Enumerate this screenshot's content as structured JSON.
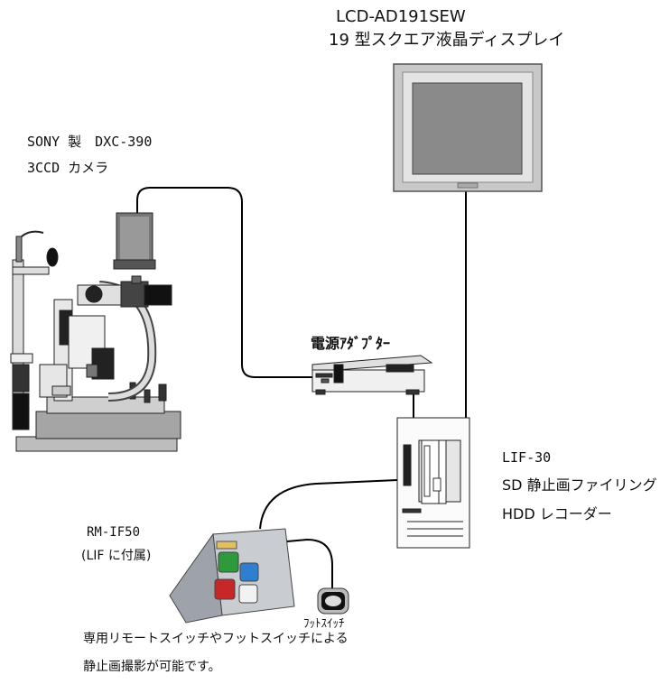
{
  "labels": {
    "monitor_model": "LCD-AD191SEW",
    "monitor_desc": "19 型スクエア液晶ディスプレイ",
    "camera_model": "SONY 製　DXC-390",
    "camera_desc": "3CCD カメラ",
    "adapter": "電源ｱﾀﾞﾌﾟﾀｰ",
    "recorder_model": "LIF-30",
    "recorder_desc1": "SD 静止画ファイリング",
    "recorder_desc2": "HDD レコーダー",
    "remote_model": "RM-IF50",
    "remote_note": "(LIF に付属)",
    "footswitch": "ﾌｯﾄｽｲｯﾁ",
    "caption_line1": "専用リモートスイッチやフットスイッチによる",
    "caption_line2": "静止画撮影が可能です。"
  },
  "colors": {
    "line": "#000000",
    "remote_green": "#2e9a3c",
    "remote_blue": "#2f7fd0",
    "remote_red": "#c62828",
    "remote_white": "#f2f2f2"
  }
}
